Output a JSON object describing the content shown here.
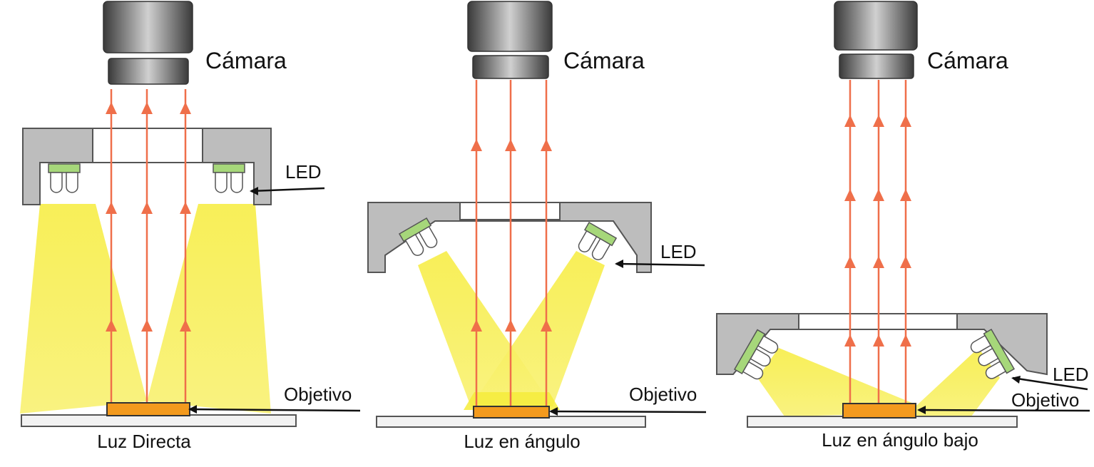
{
  "colors": {
    "camera": "#4a4a4a",
    "housing": "#bdbdbd",
    "housing_stroke": "#555555",
    "led_body": "#a6d77a",
    "light_cone": "#f7ef3a",
    "ray": "#ef6f4a",
    "target": "#f39a1e",
    "base": "#f2f2f2"
  },
  "panels": [
    {
      "camera_label": "Cámara",
      "led_label": "LED",
      "target_label": "Objetivo",
      "caption": "Luz Directa"
    },
    {
      "camera_label": "Cámara",
      "led_label": "LED",
      "target_label": "Objetivo",
      "caption": "Luz en ángulo"
    },
    {
      "camera_label": "Cámara",
      "led_label": "LED",
      "target_label": "Objetivo",
      "caption": "Luz en ángulo bajo"
    }
  ]
}
